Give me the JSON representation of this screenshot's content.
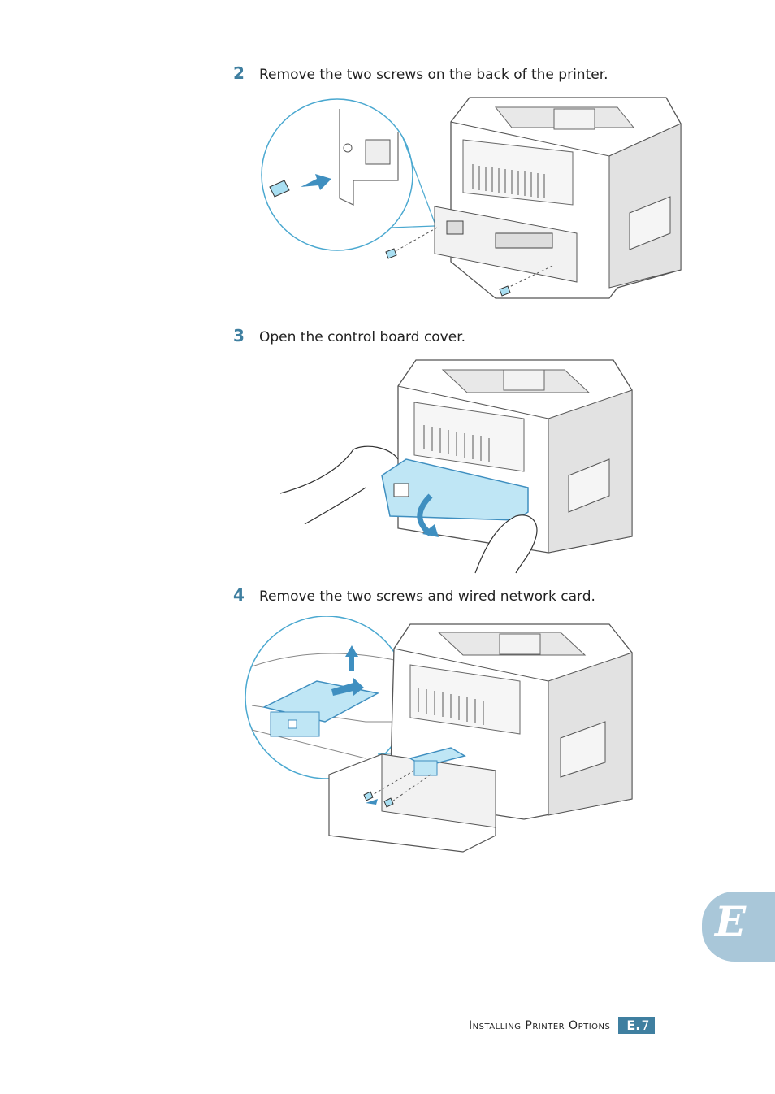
{
  "steps": [
    {
      "number": "2",
      "text": "Remove the two screws on the back of the printer."
    },
    {
      "number": "3",
      "text": "Open the control board cover."
    },
    {
      "number": "4",
      "text": "Remove the two screws and wired network card."
    }
  ],
  "tab": {
    "letter": "E"
  },
  "footer": {
    "title": "Installing Printer Options",
    "section": "E.",
    "page": "7"
  },
  "colors": {
    "accent": "#3f7fa0",
    "tab": "#a9c7d9",
    "highlight": "#bfe6f5"
  }
}
